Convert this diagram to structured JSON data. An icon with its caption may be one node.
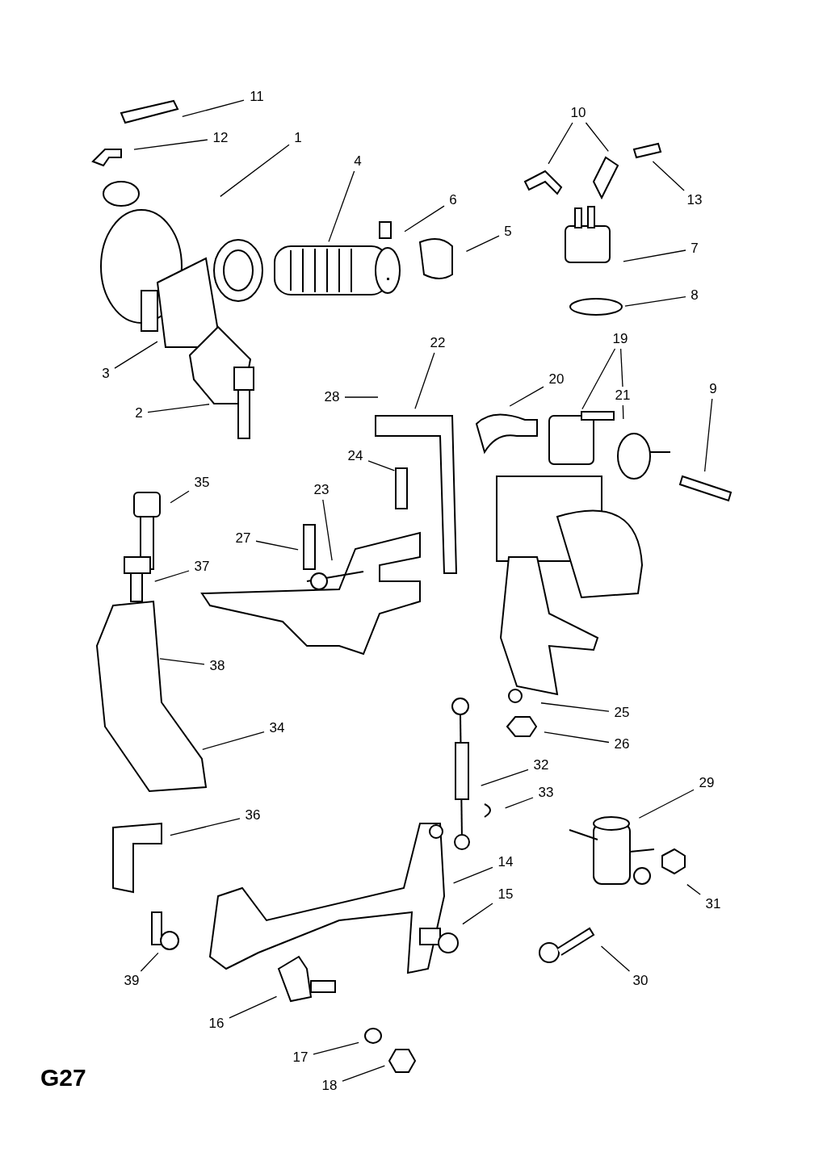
{
  "diagram": {
    "nodes": [
      {
        "text": [
          "11"
        ]
      },
      {
        "text": [
          "10"
        ]
      },
      {
        "text": [
          "12"
        ]
      },
      {
        "text": [
          "1"
        ]
      },
      {
        "text": [
          "4"
        ]
      },
      {
        "text": [
          "6"
        ]
      },
      {
        "text": [
          "13"
        ]
      },
      {
        "text": [
          "5"
        ]
      },
      {
        "text": [
          "7"
        ]
      },
      {
        "text": [
          "8"
        ]
      },
      {
        "text": [
          "19"
        ]
      },
      {
        "text": [
          "22"
        ]
      },
      {
        "text": [
          "3"
        ]
      },
      {
        "text": [
          "20"
        ]
      },
      {
        "text": [
          "9"
        ]
      },
      {
        "text": [
          "21"
        ]
      },
      {
        "text": [
          "28"
        ]
      },
      {
        "text": [
          "2"
        ]
      },
      {
        "text": [
          "24"
        ]
      },
      {
        "text": [
          "35"
        ]
      },
      {
        "text": [
          "23"
        ]
      },
      {
        "text": [
          "27"
        ]
      },
      {
        "text": [
          "37"
        ]
      },
      {
        "text": [
          "38"
        ]
      },
      {
        "text": [
          "25"
        ]
      },
      {
        "text": [
          "34"
        ]
      },
      {
        "text": [
          "26"
        ]
      },
      {
        "text": [
          "32"
        ]
      },
      {
        "text": [
          "29"
        ]
      },
      {
        "text": [
          "33"
        ]
      },
      {
        "text": [
          "36"
        ]
      },
      {
        "text": [
          "14"
        ]
      },
      {
        "text": [
          "15"
        ]
      },
      {
        "text": [
          "31"
        ]
      },
      {
        "text": [
          "39"
        ]
      },
      {
        "text": [
          "30"
        ]
      },
      {
        "text": [
          "16"
        ]
      },
      {
        "text": [
          "17"
        ]
      },
      {
        "text": [
          "18"
        ]
      }
    ],
    "edges": [
      {
        "from": 0,
        "to": null,
        "arrow": "none"
      },
      {
        "from": 1,
        "to": null,
        "arrow": "none"
      },
      {
        "from": 1,
        "to": null,
        "arrow": "none"
      },
      {
        "from": 2,
        "to": null,
        "arrow": "none"
      },
      {
        "from": 3,
        "to": null,
        "arrow": "none"
      },
      {
        "from": 4,
        "to": null,
        "arrow": "none"
      },
      {
        "from": 5,
        "to": null,
        "arrow": "none"
      },
      {
        "from": 6,
        "to": null,
        "arrow": "none"
      },
      {
        "from": 7,
        "to": null,
        "arrow": "none"
      },
      {
        "from": 8,
        "to": null,
        "arrow": "none"
      },
      {
        "from": 9,
        "to": null,
        "arrow": "none"
      },
      {
        "from": 10,
        "to": null,
        "arrow": "none"
      },
      {
        "from": 10,
        "to": 15,
        "arrow": "none"
      },
      {
        "from": 11,
        "to": null,
        "arrow": "none"
      },
      {
        "from": 12,
        "to": null,
        "arrow": "none"
      },
      {
        "from": 13,
        "to": null,
        "arrow": "none"
      },
      {
        "from": 14,
        "to": null,
        "arrow": "none"
      },
      {
        "from": 15,
        "to": null,
        "arrow": "none"
      },
      {
        "from": 16,
        "to": null,
        "arrow": "none"
      },
      {
        "from": 17,
        "to": null,
        "arrow": "none"
      },
      {
        "from": 18,
        "to": null,
        "arrow": "none"
      },
      {
        "from": 19,
        "to": null,
        "arrow": "none"
      },
      {
        "from": 20,
        "to": null,
        "arrow": "none"
      },
      {
        "from": 21,
        "to": null,
        "arrow": "none"
      },
      {
        "from": 22,
        "to": null,
        "arrow": "none"
      },
      {
        "from": 23,
        "to": null,
        "arrow": "none"
      },
      {
        "from": 24,
        "to": null,
        "arrow": "none"
      },
      {
        "from": 25,
        "to": null,
        "arrow": "none"
      },
      {
        "from": 26,
        "to": null,
        "arrow": "none"
      },
      {
        "from": 27,
        "to": null,
        "arrow": "none"
      },
      {
        "from": 28,
        "to": null,
        "arrow": "none"
      },
      {
        "from": 29,
        "to": null,
        "arrow": "none"
      },
      {
        "from": 30,
        "to": null,
        "arrow": "none"
      },
      {
        "from": 31,
        "to": null,
        "arrow": "none"
      },
      {
        "from": 32,
        "to": null,
        "arrow": "none"
      },
      {
        "from": 33,
        "to": null,
        "arrow": "none"
      },
      {
        "from": 34,
        "to": null,
        "arrow": "none"
      },
      {
        "from": 35,
        "to": null,
        "arrow": "none"
      },
      {
        "from": 36,
        "to": null,
        "arrow": "none"
      },
      {
        "from": 37,
        "to": null,
        "arrow": "none"
      },
      {
        "from": 38,
        "to": null,
        "arrow": "none"
      }
    ],
    "labels": [
      "G27"
    ]
  }
}
